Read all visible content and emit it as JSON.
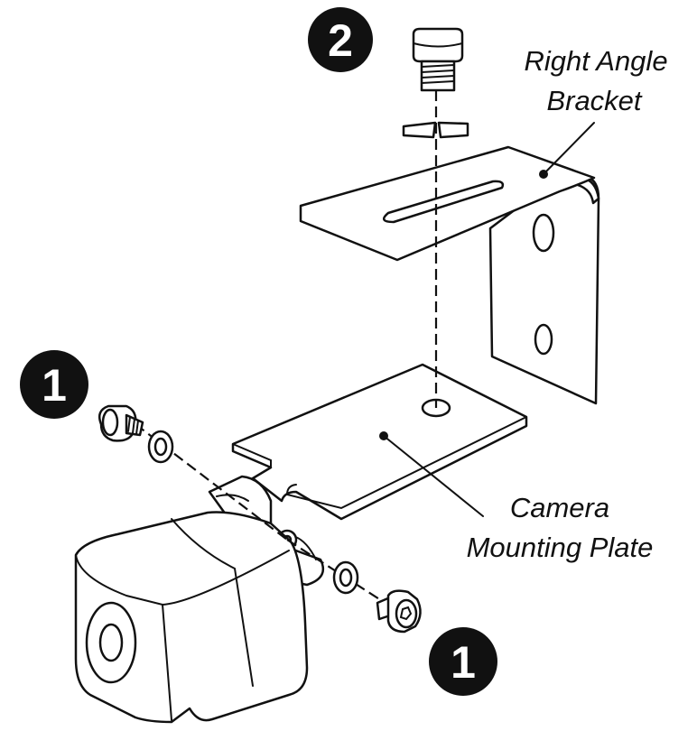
{
  "labels": {
    "bracket_line1": "Right Angle",
    "bracket_line2": "Bracket",
    "plate_line1": "Camera",
    "plate_line2": "Mounting Plate"
  },
  "badges": {
    "top": "2",
    "left": "1",
    "bottom": "1"
  },
  "colors": {
    "ink": "#111111",
    "paper": "#ffffff"
  }
}
